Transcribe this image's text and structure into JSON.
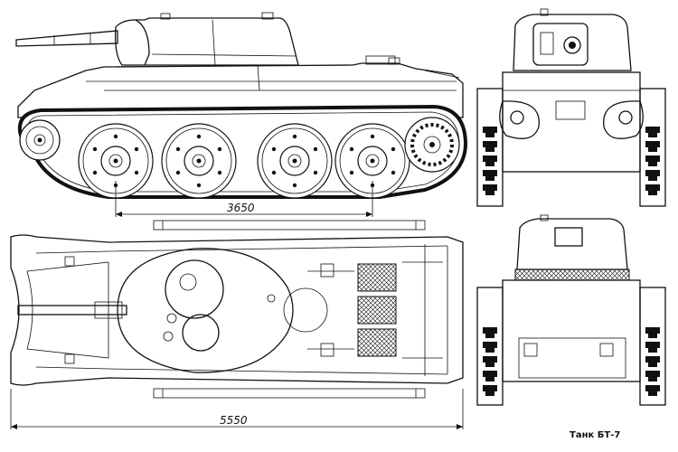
{
  "drawing": {
    "dim_wheelbase": "3650",
    "dim_length": "5550",
    "caption": "Танк БТ-7"
  }
}
